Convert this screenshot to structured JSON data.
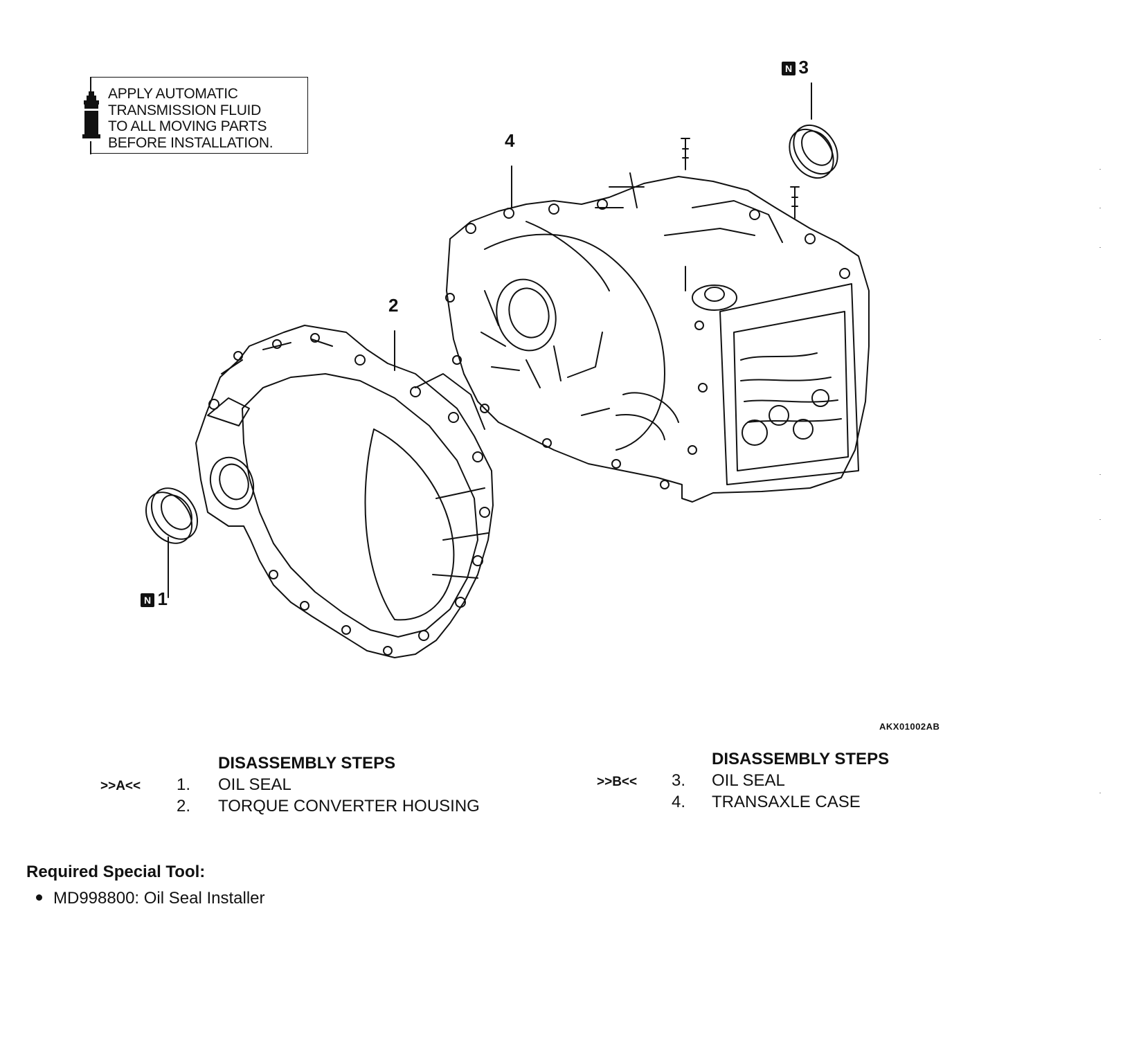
{
  "note": {
    "text": "APPLY AUTOMATIC\nTRANSMISSION FLUID\nTO ALL MOVING PARTS\nBEFORE INSTALLATION."
  },
  "callouts": {
    "part1": {
      "badge": "N",
      "number": "1"
    },
    "part2": {
      "number": "2"
    },
    "part3": {
      "badge": "N",
      "number": "3"
    },
    "part4": {
      "number": "4"
    }
  },
  "figure_code": "AKX01002AB",
  "steps_left": {
    "heading": "DISASSEMBLY STEPS",
    "rows": [
      {
        "ref": ">>A<<",
        "num": "1.",
        "label": "OIL SEAL"
      },
      {
        "ref": "",
        "num": "2.",
        "label": "TORQUE CONVERTER HOUSING"
      }
    ]
  },
  "steps_right": {
    "heading": "DISASSEMBLY STEPS",
    "rows": [
      {
        "ref": ">>B<<",
        "num": "3.",
        "label": "OIL SEAL"
      },
      {
        "ref": "",
        "num": "4.",
        "label": "TRANSAXLE CASE"
      }
    ]
  },
  "tools": {
    "heading": "Required Special Tool:",
    "items": [
      "MD998800: Oil Seal Installer"
    ]
  },
  "colors": {
    "ink": "#111111",
    "paper": "#ffffff"
  }
}
